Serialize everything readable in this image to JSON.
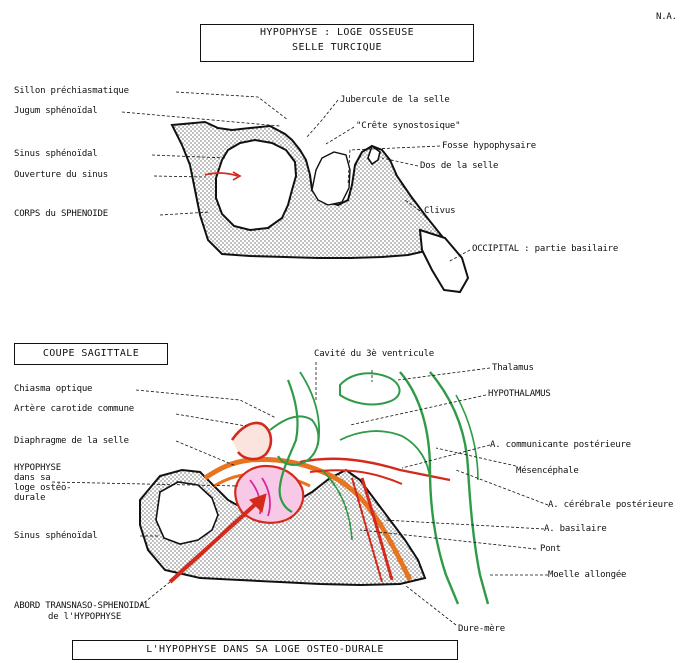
{
  "corner_mark": "N.A.",
  "top_panel": {
    "title_line1": "HYPOPHYSE   :  LOGE  OSSEUSE",
    "title_line2": "SELLE  TURCIQUE",
    "labels": {
      "sillon": "Sillon préchiasmatique",
      "jugum": "Jugum sphénoïdal",
      "sinus": "Sinus sphénoïdal",
      "ouverture": "Ouverture du sinus",
      "corps": "CORPS du SPHENOIDE",
      "tubercule": "Jubercule de la selle",
      "crete": "\"Crête  synostosique\"",
      "fosse": "Fosse hypophysaire",
      "dos": "Dos de la selle",
      "clivus": "Clivus",
      "occipital": "OCCIPITAL : partie basilaire"
    }
  },
  "bottom_panel": {
    "title": "COUPE  SAGITTALE",
    "footer": "L'HYPOPHYSE DANS SA LOGE  OSTEO-DURALE",
    "labels": {
      "cavite": "Cavité du 3è ventricule",
      "thalamus": "Thalamus",
      "hypothalamus": "HYPOTHALAMUS",
      "chiasma": "Chiasma optique",
      "carotide": "Artère carotide commune",
      "diaphragme": "Diaphragme de la selle",
      "hypophyse": "HYPOPHYSE",
      "dans": "dans sa",
      "loge": "loge ostéo-",
      "durale": "durale",
      "sinus": "Sinus sphénoïdal",
      "abord1": "ABORD TRANSNASO-SPHENOIDAL",
      "abord2": "de l'HYPOPHYSE",
      "communicante": "A. communicante postérieure",
      "mesencephale": "Mésencéphale",
      "cerebrale": "A. cérébrale postérieure",
      "basilaire": "A. basilaire",
      "pont": "Pont",
      "moelle": "Moelle allongée",
      "dure": "Dure-mère"
    }
  },
  "colors": {
    "ink": "#111111",
    "artery_red": "#d42a1c",
    "dura_orange": "#e8741f",
    "brain_green": "#2f9a48",
    "pituitary_magenta": "#d6279c"
  }
}
